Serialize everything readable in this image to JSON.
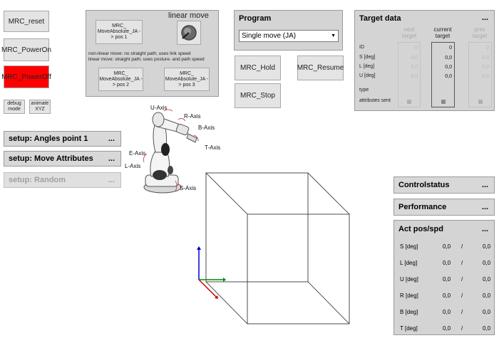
{
  "left_buttons": {
    "reset": "MRC_reset",
    "power_on": "MRC_PowerOn",
    "power_off": "MRC_PowerOff",
    "debug_mode": "debug mode",
    "animate_xyz": "animate XYZ"
  },
  "move_panel": {
    "linear_move_label": "linear move",
    "pos1": "MRC_ MoveAbsolute_JA -> pos 1",
    "pos2": "MRC_ MoveAbsolute_JA -> pos 2",
    "pos3": "MRC_ MoveAbsolute_JA -> pos 3",
    "note_line1": "non-linear move: no straight path; uses link speed",
    "note_line2": "linear move: straight path; uses posture- and path speed"
  },
  "program": {
    "title": "Program",
    "selected": "Single move (JA)",
    "hold": "MRC_Hold",
    "resume": "MRC_Resume",
    "stop": "MRC_Stop"
  },
  "target_data": {
    "title": "Target data",
    "dots": "...",
    "col_next": "next target",
    "col_current": "current target",
    "col_prev": "prev target",
    "row_labels": [
      "ID",
      "S [deg]",
      "L [deg]",
      "U [deg]"
    ],
    "type_label": "type",
    "attributes_label": "attributes sent",
    "next_values": [
      "0",
      "0,0",
      "0,0",
      "0,0"
    ],
    "current_values": [
      "0",
      "0,0",
      "0,0",
      "0,0"
    ],
    "prev_values": [
      "0",
      "0,0",
      "0,0",
      "0,0"
    ]
  },
  "setup": {
    "angles": "setup: Angles point 1",
    "attributes": "setup: Move Attributes",
    "random": "setup: Random",
    "dots": "..."
  },
  "robot_axes": {
    "u": "U-Axis",
    "r": "R-Axis",
    "b": "B-Axis",
    "t": "T-Axis",
    "e": "E-Axis",
    "l": "L-Axis",
    "s": "S-Axis"
  },
  "right_panels": {
    "controlstatus": "Controlstatus",
    "performance": "Performance",
    "act": "Act pos/spd",
    "dots": "..."
  },
  "act_rows": [
    {
      "label": "S [deg]",
      "pos": "0,0",
      "sep": "/",
      "spd": "0,0"
    },
    {
      "label": "L [deg]",
      "pos": "0,0",
      "sep": "/",
      "spd": "0,0"
    },
    {
      "label": "U [deg]",
      "pos": "0,0",
      "sep": "/",
      "spd": "0,0"
    },
    {
      "label": "R [deg]",
      "pos": "0,0",
      "sep": "/",
      "spd": "0,0"
    },
    {
      "label": "B [deg]",
      "pos": "0,0",
      "sep": "/",
      "spd": "0,0"
    },
    {
      "label": "T [deg]",
      "pos": "0,0",
      "sep": "/",
      "spd": "0,0"
    }
  ],
  "colors": {
    "power_off": "#ff0000",
    "axis_x": "#008800",
    "axis_y": "#0000cc",
    "axis_z": "#cc0000"
  }
}
